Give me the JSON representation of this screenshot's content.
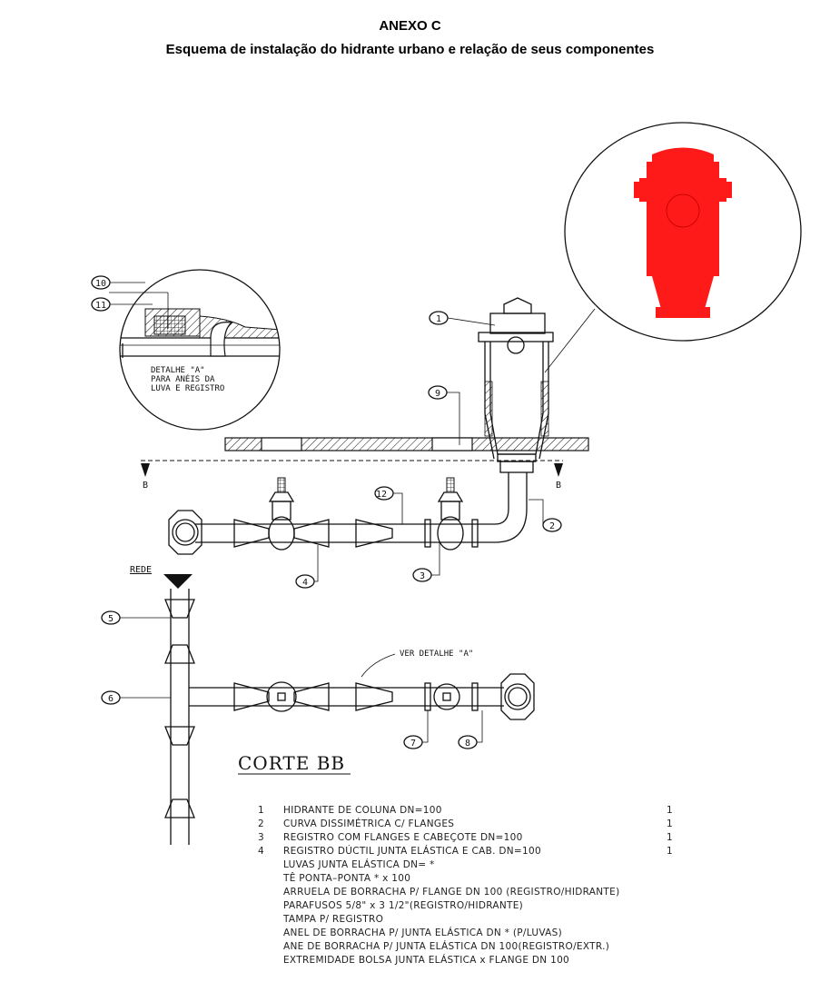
{
  "header": {
    "annex": "ANEXO C",
    "title": "Esquema de instalação do hidrante urbano e relação de seus componentes"
  },
  "drawing": {
    "section_title": "CORTE BB",
    "detail_note_lines": [
      "DETALHE \"A\"",
      "PARA ANÉIS DA",
      "LUVA E REGISTRO"
    ],
    "see_detail": "VER DETALHE \"A\"",
    "network_label": "REDE",
    "section_mark": "B",
    "callouts": [
      "1",
      "2",
      "3",
      "4",
      "5",
      "6",
      "7",
      "8",
      "9",
      "10",
      "11",
      "12"
    ],
    "hydrant_color": "#ff1a1a"
  },
  "legend": [
    {
      "num": "1",
      "text": "HIDRANTE  DE  COLUNA  DN=100",
      "qty": "1"
    },
    {
      "num": "2",
      "text": "CURVA  DISSIMÉTRICA  C/  FLANGES",
      "qty": "1"
    },
    {
      "num": "3",
      "text": "REGISTRO  COM  FLANGES  E  CABEÇOTE  DN=100",
      "qty": "1"
    },
    {
      "num": "4",
      "text": "REGISTRO  DÚCTIL  JUNTA  ELÁSTICA  E  CAB.  DN=100",
      "qty": "1"
    },
    {
      "num": "",
      "text": "LUVAS  JUNTA  ELÁSTICA  DN=  *",
      "qty": ""
    },
    {
      "num": "",
      "text": "TÊ  PONTA–PONTA   *  x  100",
      "qty": ""
    },
    {
      "num": "",
      "text": "ARRUELA  DE  BORRACHA  P/  FLANGE  DN  100  (REGISTRO/HIDRANTE)",
      "qty": ""
    },
    {
      "num": "",
      "text": "PARAFUSOS    5/8\"  x  3  1/2\"(REGISTRO/HIDRANTE)",
      "qty": ""
    },
    {
      "num": "",
      "text": "TAMPA  P/  REGISTRO",
      "qty": ""
    },
    {
      "num": "",
      "text": "ANEL  DE  BORRACHA  P/  JUNTA  ELÁSTICA  DN  *   (P/LUVAS)",
      "qty": ""
    },
    {
      "num": "",
      "text": "ANE    DE  BORRACHA  P/  JUNTA  ELÁSTICA  DN  100(REGISTRO/EXTR.)",
      "qty": ""
    },
    {
      "num": "",
      "text": "EXTREMIDADE  BOLSA  JUNTA  ELÁSTICA  x  FLANGE  DN  100",
      "qty": ""
    }
  ]
}
